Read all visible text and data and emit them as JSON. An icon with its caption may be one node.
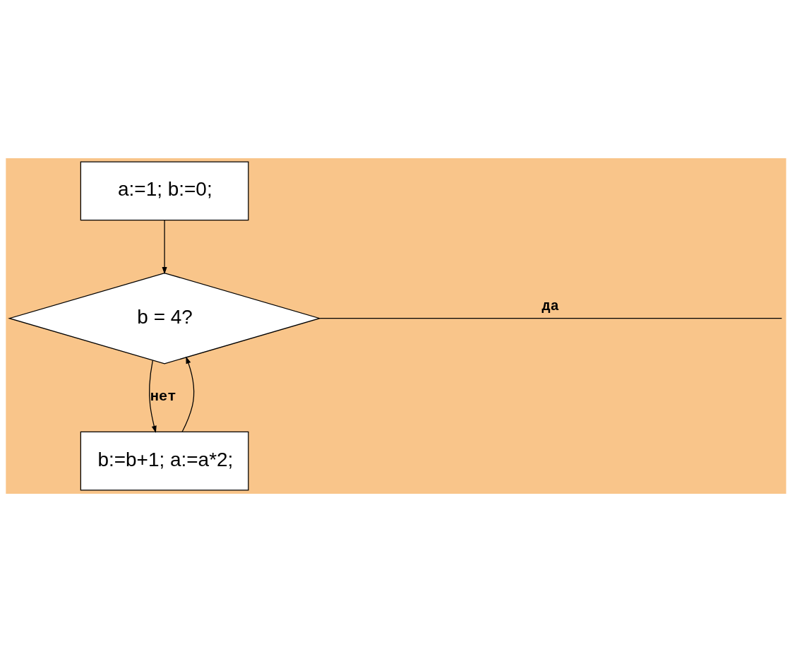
{
  "diagram": {
    "nodes": [
      {
        "text": [
          "a:=1; b:=0;"
        ]
      },
      {
        "text": [
          "b = 4?"
        ]
      },
      {
        "text": [
          "b:=b+1; a:=a*2;"
        ]
      }
    ],
    "edges": [
      {
        "from": 0,
        "to": 1,
        "arrow": "to"
      },
      {
        "from": 1,
        "to": null,
        "arrow": "none",
        "label": "да"
      },
      {
        "from": 1,
        "to": 2,
        "arrow": "to",
        "label": "нет"
      },
      {
        "from": 2,
        "to": 1,
        "arrow": "to"
      }
    ]
  }
}
